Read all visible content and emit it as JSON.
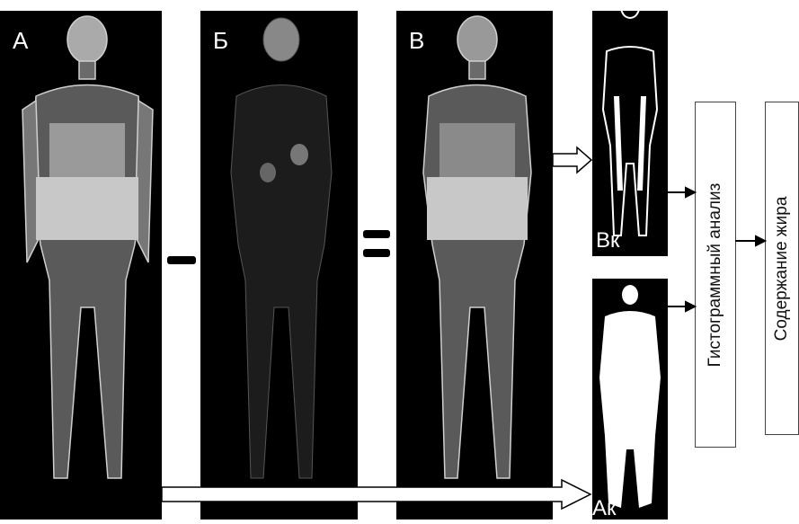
{
  "panels": [
    {
      "id": "A",
      "label": "А"
    },
    {
      "id": "B",
      "label": "Б"
    },
    {
      "id": "V",
      "label": "В"
    },
    {
      "id": "Vk",
      "label": "Вк"
    },
    {
      "id": "Ak",
      "label": "Ак"
    }
  ],
  "operators": {
    "minus": "−",
    "equals": "="
  },
  "boxes": {
    "histogram": "Гистограммный анализ",
    "fat": "Содержание жира"
  },
  "colors": {
    "panel_bg": "#000000",
    "box_border": "#444444",
    "arrow": "#000000"
  }
}
